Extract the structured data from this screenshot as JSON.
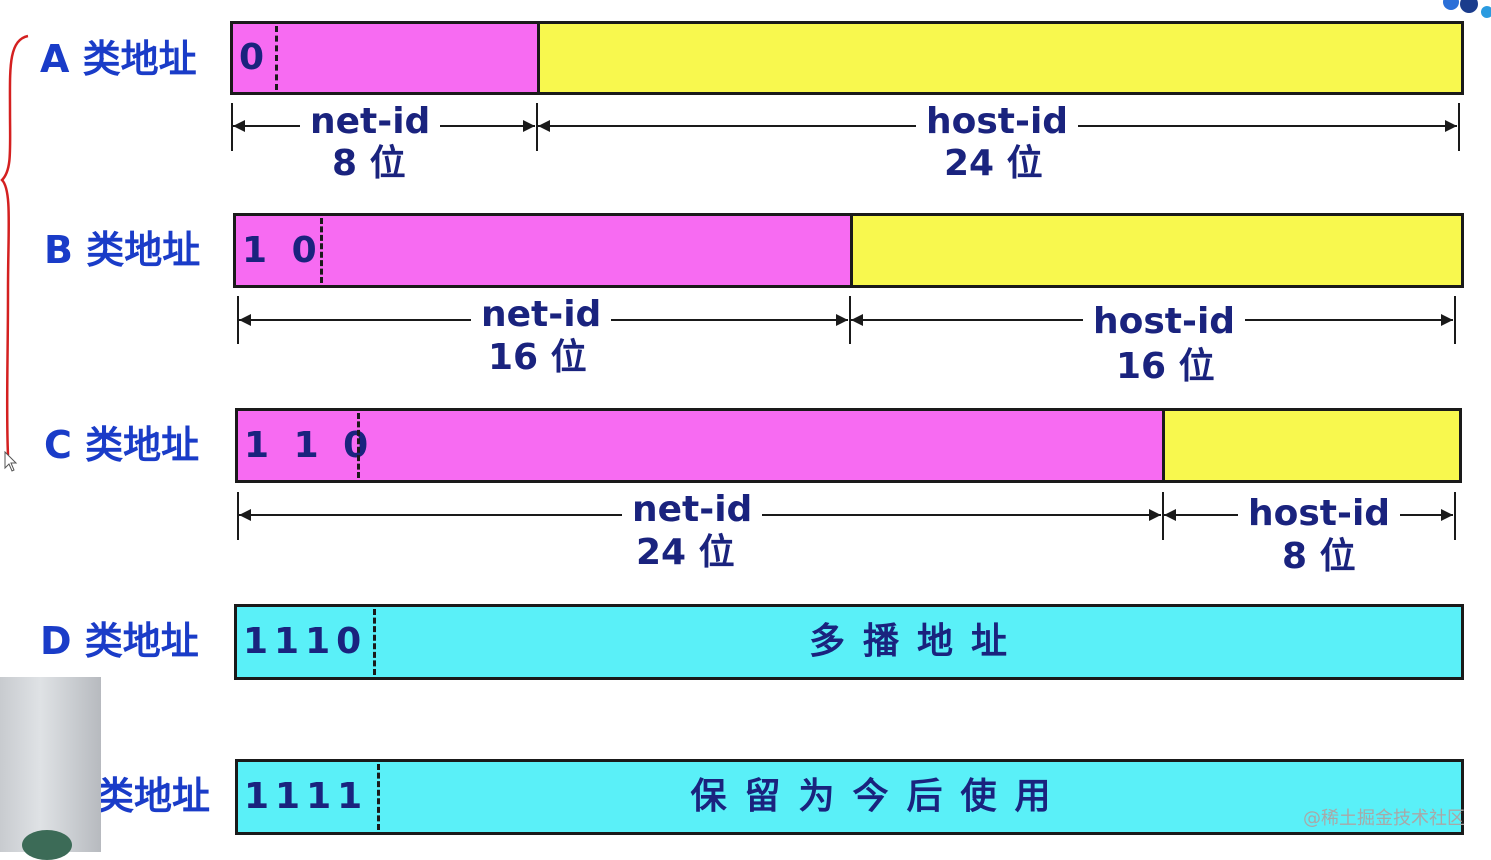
{
  "classes": [
    {
      "label": "A 类地址",
      "prefix": "0",
      "net": {
        "name": "net-id",
        "bits": "8 位"
      },
      "host": {
        "name": "host-id",
        "bits": "24 位"
      }
    },
    {
      "label": "B 类地址",
      "prefix": "1 0",
      "net": {
        "name": "net-id",
        "bits": "16 位"
      },
      "host": {
        "name": "host-id",
        "bits": "16 位"
      }
    },
    {
      "label": "C 类地址",
      "prefix": "1 1 0",
      "net": {
        "name": "net-id",
        "bits": "24 位"
      },
      "host": {
        "name": "host-id",
        "bits": "8 位"
      }
    },
    {
      "label": "D 类地址",
      "prefix": "1110",
      "text": "多播地址"
    },
    {
      "label": "类地址",
      "prefix": "1111",
      "text": "保留为今后使用"
    }
  ],
  "watermark": "@稀土掘金技术社区",
  "colors": {
    "net": "#f76bf2",
    "host": "#f8f84e",
    "special": "#5af0f8",
    "label": "#1a3cc8",
    "field_text": "#1a237e"
  }
}
